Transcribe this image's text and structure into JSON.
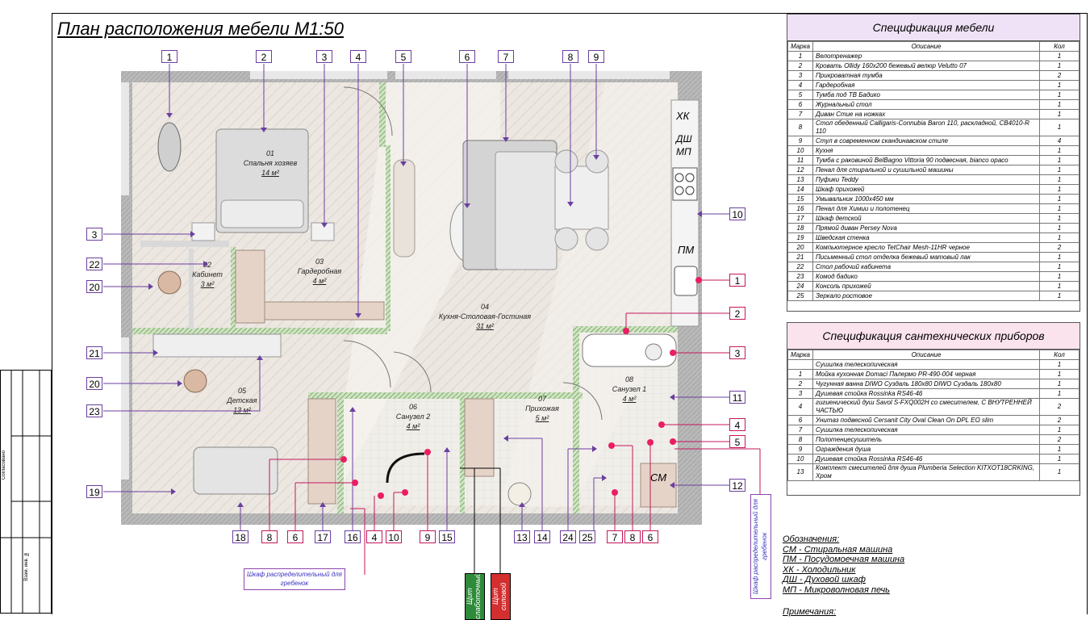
{
  "title": "План расположения мебели  М1:50",
  "appliance_labels": [
    "ХК",
    "ДШ МП",
    "ПМ",
    "СМ"
  ],
  "rooms": [
    {
      "num": "01",
      "name": "Спальня хозяев",
      "area": "14 м²"
    },
    {
      "num": "02",
      "name": "Кабинет",
      "area": "3 м²"
    },
    {
      "num": "03",
      "name": "Гардеробная",
      "area": "4 м²"
    },
    {
      "num": "04",
      "name": "Кухня-Столовая-Гостиная",
      "area": "31 м²"
    },
    {
      "num": "05",
      "name": "Детская",
      "area": "13 м²"
    },
    {
      "num": "06",
      "name": "Санузел 2",
      "area": "4 м²"
    },
    {
      "num": "07",
      "name": "Прихожая",
      "area": "5 м²"
    },
    {
      "num": "08",
      "name": "Санузел 1",
      "area": "4 м²"
    }
  ],
  "top_markers": [
    "1",
    "2",
    "3",
    "4",
    "5",
    "6",
    "7",
    "8",
    "9"
  ],
  "left_markers": [
    "3",
    "22",
    "20",
    "21",
    "20",
    "23",
    "19"
  ],
  "right_markers": [
    "10",
    "1",
    "2",
    "3",
    "11",
    "4",
    "5",
    "12"
  ],
  "bottom_markers": [
    "18",
    "8",
    "6",
    "17",
    "16",
    "4",
    "10",
    "9",
    "15",
    "13",
    "14",
    "24",
    "25",
    "7",
    "8",
    "6"
  ],
  "distribution_note": "Шкаф распределительный для гребенок",
  "distribution_note_vertical": "Шкаф распределительный для гребенок",
  "panels": {
    "green": "Щит слаботочный",
    "red": "Щит силовой"
  },
  "stamp": {
    "agreed": "Согласовано",
    "inv": "Взам. инв. №"
  },
  "furniture_spec": {
    "title": "Спецификация мебели",
    "headers": [
      "Марка",
      "Описание",
      "Кол"
    ],
    "rows": [
      [
        "1",
        "Велотренажер",
        "1"
      ],
      [
        "2",
        "Кровать Ollidy 160х200 бежевый велюр Velutto 07",
        "1"
      ],
      [
        "3",
        "Прикроватная тумба",
        "2"
      ],
      [
        "4",
        "Гардеробная",
        "1"
      ],
      [
        "5",
        "Тумба под ТВ Бадико",
        "1"
      ],
      [
        "6",
        "Журнальный стол",
        "1"
      ],
      [
        "7",
        "Диван Стие на ножках",
        "1"
      ],
      [
        "8",
        "Стол обеденный Calligaris-Connubia Baron 110, раскладной, CB4010-R 110",
        "1"
      ],
      [
        "9",
        "Стул в современном скандинавском стиле",
        "4"
      ],
      [
        "10",
        "Кухня",
        "1"
      ],
      [
        "11",
        "Тумба с раковиной BelBagno Vittoria 90 подвесная, bianco opaco",
        "1"
      ],
      [
        "12",
        "Пенал для стиральной и сушильной машины",
        "1"
      ],
      [
        "13",
        "Пуфики Teddy",
        "1"
      ],
      [
        "14",
        "Шкаф прихожей",
        "1"
      ],
      [
        "15",
        "Умывальник 1000х450 мм",
        "1"
      ],
      [
        "16",
        "Пенал для Химии и полотенец",
        "1"
      ],
      [
        "17",
        "Шкаф детской",
        "1"
      ],
      [
        "18",
        "Прямой диван Persey Nova",
        "1"
      ],
      [
        "19",
        "Шведская стенка",
        "1"
      ],
      [
        "20",
        "Компьютерное кресло TetChair Mesh-11HR черное",
        "2"
      ],
      [
        "21",
        "Письменный стол отделка бежевый матовый лак",
        "1"
      ],
      [
        "22",
        "Стол рабочий кабинета",
        "1"
      ],
      [
        "23",
        "Комод бадико",
        "1"
      ],
      [
        "24",
        "Консоль прихожей",
        "1"
      ],
      [
        "25",
        "Зеркало ростовое",
        "1"
      ]
    ]
  },
  "plumbing_spec": {
    "title": "Спецификация сантехнических приборов",
    "headers": [
      "Марка",
      "Описание",
      "Кол"
    ],
    "rows": [
      [
        "",
        "Сушилка телескопическая",
        "1"
      ],
      [
        "1",
        "Мойка кухонная Domaci Палермо PR-490-004 черная",
        "1"
      ],
      [
        "2",
        "Чугунная ванна DIWO Суздаль 180х80 DIWO Суздаль 180х80",
        "1"
      ],
      [
        "3",
        "Душевая стойка Rossinka RS46-46",
        "1"
      ],
      [
        "4",
        "гигиенический душ Savol S-FXQ002H со смесителем, С ВНУТРЕННЕЙ ЧАСТЬЮ",
        "2"
      ],
      [
        "6",
        "Унитаз подвесной Cersanit City Oval Clean On DPL EO slim",
        "2"
      ],
      [
        "7",
        "Сушилка телескопическая",
        "1"
      ],
      [
        "8",
        "Полотенцесушитель",
        "2"
      ],
      [
        "9",
        "Ограждения душа",
        "1"
      ],
      [
        "10",
        "Душевая стойка Rossinka RS46-46",
        "1"
      ],
      [
        "13",
        "Комплект смесителей для душа Plumberia Selection KITXOT18CRKING, Хром",
        "1"
      ]
    ]
  },
  "legend": [
    "Обозначения:",
    "СМ - Стиральная машина",
    "ПМ - Посудомоечная машина",
    "ХК - Холодильник",
    "ДШ - Духовой шкаф",
    "МП - Микроволновая печь"
  ],
  "bottom_right_label": "Примечания:",
  "colors": {
    "marker_purple": "#6b3fa0",
    "marker_pink": "#e91e63",
    "wall": "#bdbdbd",
    "floor": "#e9e4de"
  }
}
